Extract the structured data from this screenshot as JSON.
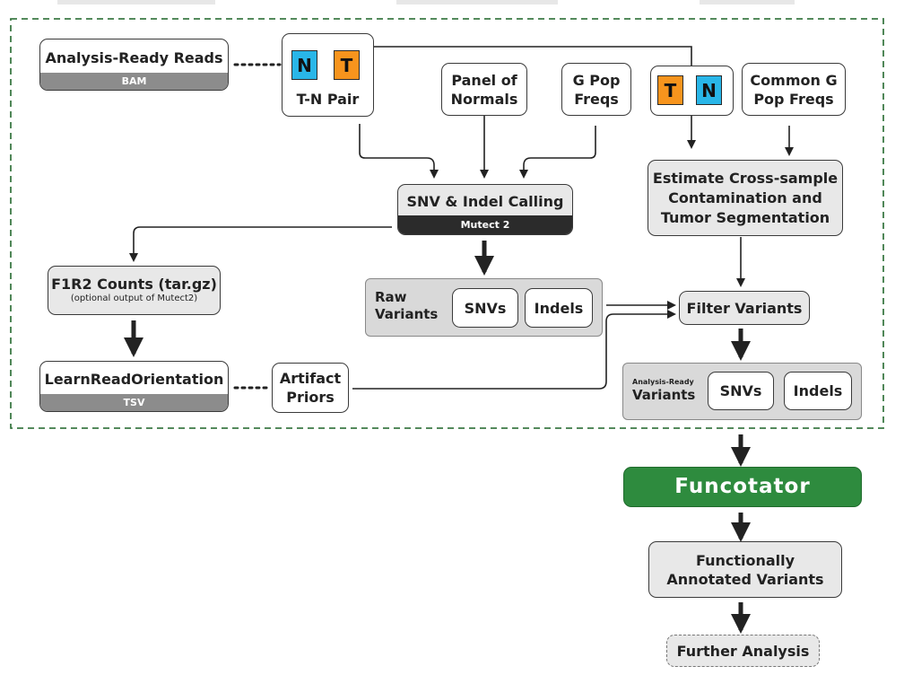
{
  "nodes": {
    "analysis_ready_reads": {
      "title": "Analysis-Ready Reads",
      "tag": "BAM"
    },
    "tn_pair": {
      "label": "T-N Pair",
      "n": "N",
      "t": "T"
    },
    "tn_tiles": {
      "t": "T",
      "n": "N"
    },
    "panel_of_normals": {
      "line1": "Panel of",
      "line2": "Normals"
    },
    "g_pop_freqs": {
      "line1": "G Pop",
      "line2": "Freqs"
    },
    "common_g_pop_freqs": {
      "line1": "Common G",
      "line2": "Pop Freqs"
    },
    "snv_indel_calling": {
      "title": "SNV & Indel Calling",
      "tag": "Mutect 2"
    },
    "estimate_contamination": {
      "line1": "Estimate Cross-sample",
      "line2": "Contamination and",
      "line3": "Tumor Segmentation"
    },
    "f1r2_counts": {
      "title": "F1R2 Counts (tar.gz)",
      "subtitle": "(optional output of Mutect2)"
    },
    "raw_variants": {
      "line1": "Raw",
      "line2": "Variants",
      "snvs": "SNVs",
      "indels": "Indels"
    },
    "filter_variants": {
      "label": "Filter Variants"
    },
    "learn_read_orientation": {
      "title": "LearnReadOrientation",
      "tag": "TSV"
    },
    "artifact_priors": {
      "line1": "Artifact",
      "line2": "Priors"
    },
    "analysis_ready_variants": {
      "line1": "Analysis-Ready",
      "line2": "Variants",
      "snvs": "SNVs",
      "indels": "Indels"
    },
    "funcotator": {
      "label": "Funcotator"
    },
    "functionally_annotated": {
      "line1": "Functionally",
      "line2": "Annotated Variants"
    },
    "further_analysis": {
      "label": "Further Analysis"
    }
  },
  "colors": {
    "tumor": "#f7941d",
    "normal": "#29b6e8",
    "funcotator": "#2e8b3e",
    "dashed_border": "#3d7a46",
    "tag_band": "#8c8c8c",
    "tag_band_dark": "#2b2b2b"
  }
}
